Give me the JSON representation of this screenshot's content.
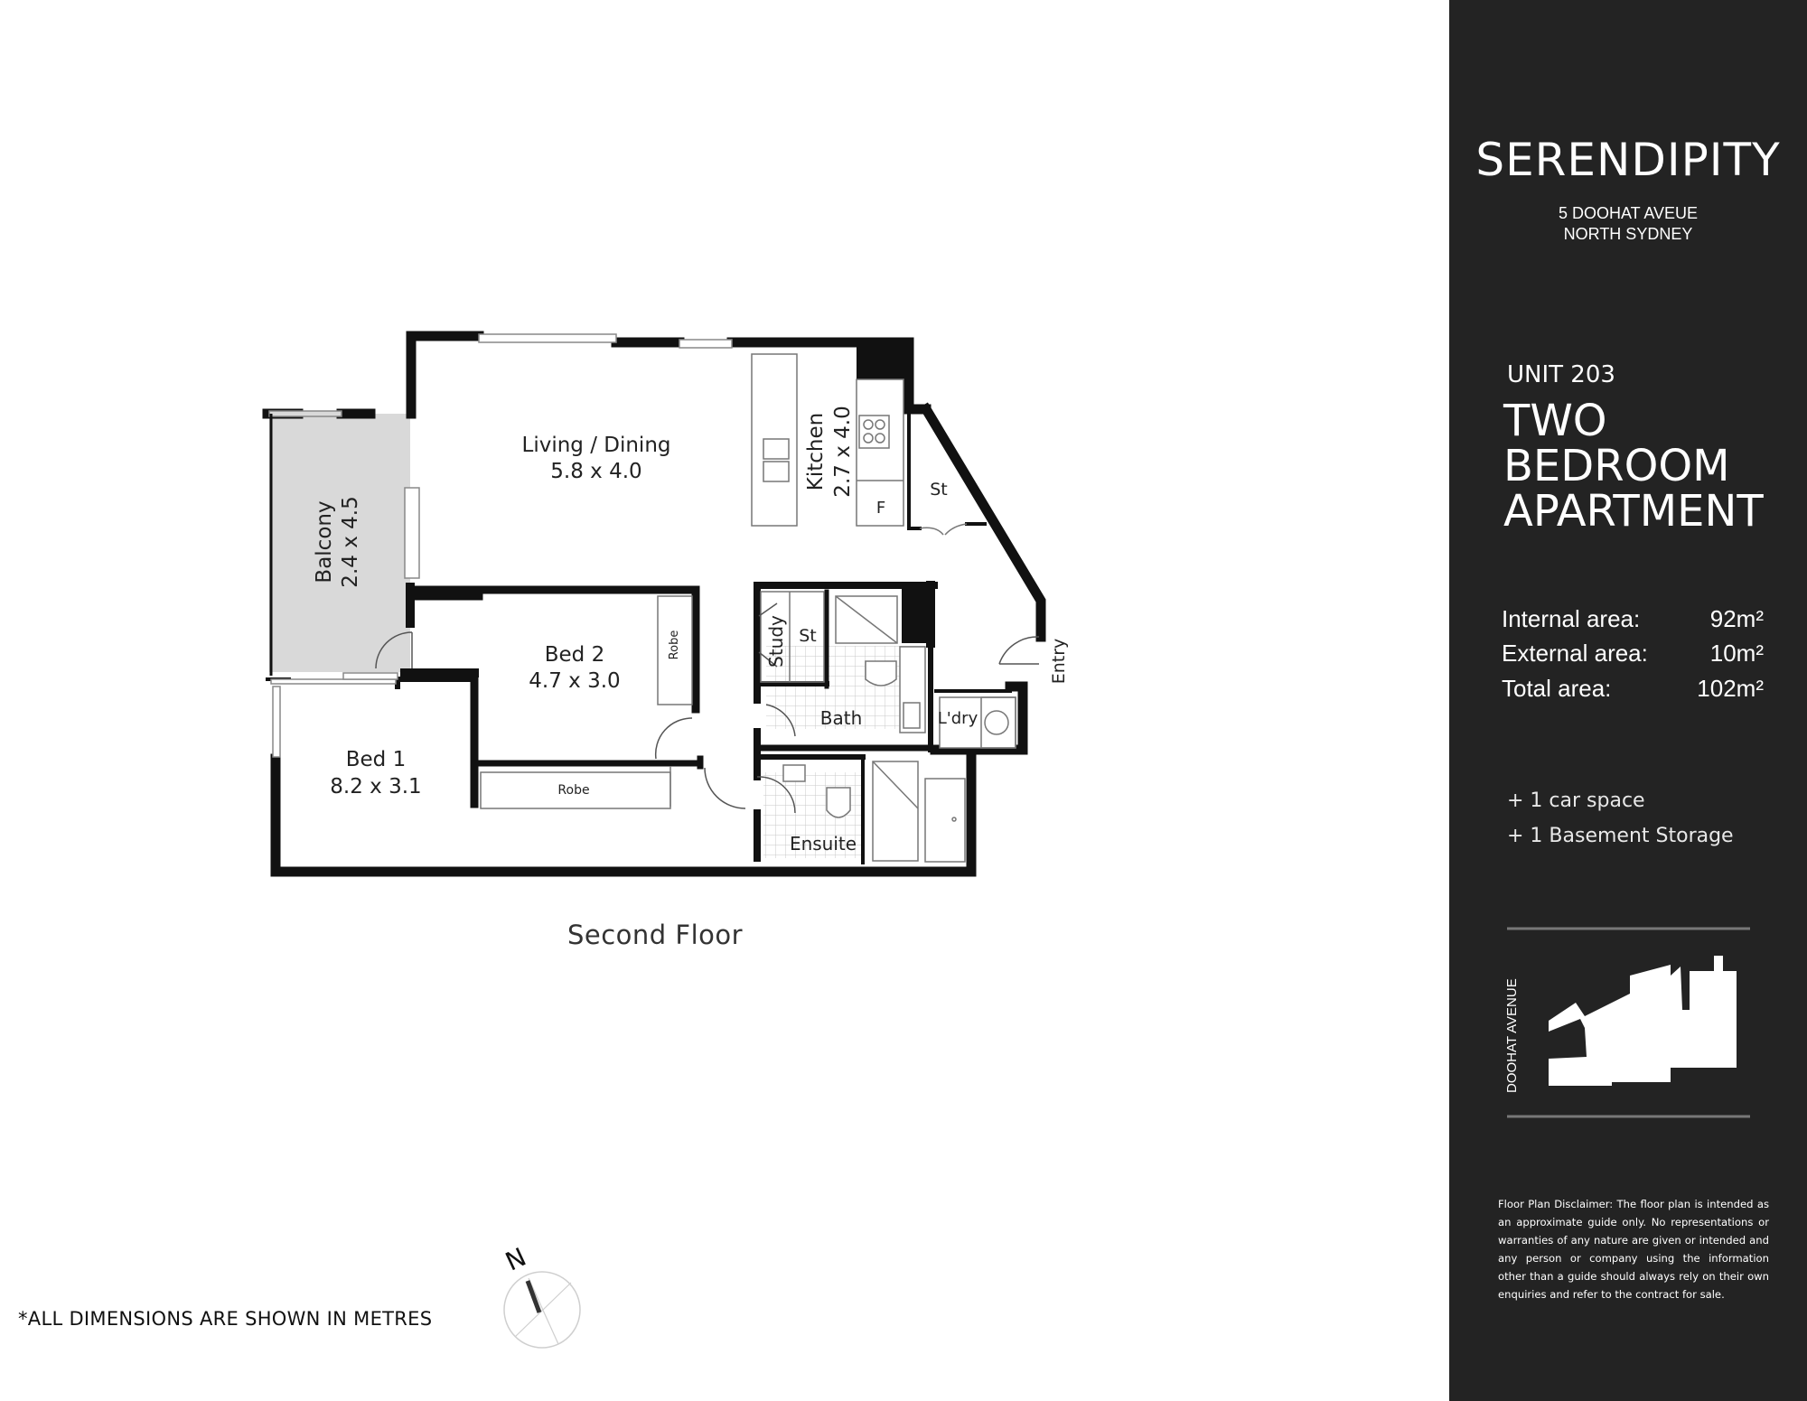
{
  "plan": {
    "rooms": {
      "living": {
        "name": "Living / Dining",
        "dims": "5.8 x 4.0"
      },
      "kitchen": {
        "name": "Kitchen",
        "dims": "2.7 x 4.0"
      },
      "balcony": {
        "name": "Balcony",
        "dims": "2.4 x 4.5"
      },
      "bed2": {
        "name": "Bed 2",
        "dims": "4.7 x 3.0"
      },
      "bed1": {
        "name": "Bed 1",
        "dims": "8.2 x 3.1"
      },
      "bath": "Bath",
      "ensuite": "Ensuite",
      "laundry": "L'dry",
      "study": "Study",
      "store_kitchen": "St",
      "store_study": "St",
      "fridge": "F",
      "robe_bed2": "Robe",
      "robe_bed1": "Robe",
      "entry": "Entry"
    },
    "compass": "N",
    "floor_caption": "Second Floor",
    "dims_note": "*ALL DIMENSIONS ARE SHOWN IN METRES"
  },
  "sidebar": {
    "title": "SERENDIPITY",
    "address_line1": "5 DOOHAT AVEUE",
    "address_line2": "NORTH SYDNEY",
    "unit": "UNIT 203",
    "apartment_lines": [
      "TWO",
      "BEDROOM",
      "APARTMENT"
    ],
    "areas": [
      {
        "label": "Internal area:",
        "value": "92m²"
      },
      {
        "label": "External area:",
        "value": "10m²"
      },
      {
        "label": "Total area:",
        "value": "102m²"
      }
    ],
    "extras": [
      "+ 1 car space",
      "+ 1 Basement Storage"
    ],
    "site_plan_street": "DOOHAT AVENUE",
    "disclaimer": "Floor Plan Disclaimer: The floor plan is intended as an approximate guide only. No representations or warranties of any nature are given or intended and any person or company using the information other than a guide should always rely on their own enquiries and refer to the contract for sale."
  },
  "colors": {
    "sidebar_bg": "#232323",
    "wall": "#111111",
    "balcony_fill": "#d9d9d9"
  }
}
